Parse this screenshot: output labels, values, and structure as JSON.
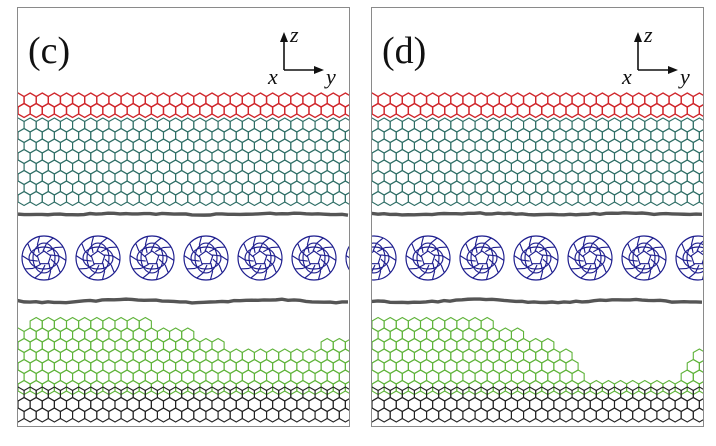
{
  "panels": [
    {
      "id": "c",
      "label": "(c)",
      "lower_profile": "wave"
    },
    {
      "id": "d",
      "label": "(d)",
      "lower_profile": "step"
    }
  ],
  "axes": {
    "z": "z",
    "x": "x",
    "y": "y"
  },
  "colors": {
    "top_layer": "#d0262b",
    "upper_slab": "#2f6e66",
    "gray_sheet": "#555555",
    "fullerene": "#1f1f8f",
    "green_layer": "#5fb33a",
    "bottom_layer": "#222222",
    "frame": "#8a8a8a"
  }
}
